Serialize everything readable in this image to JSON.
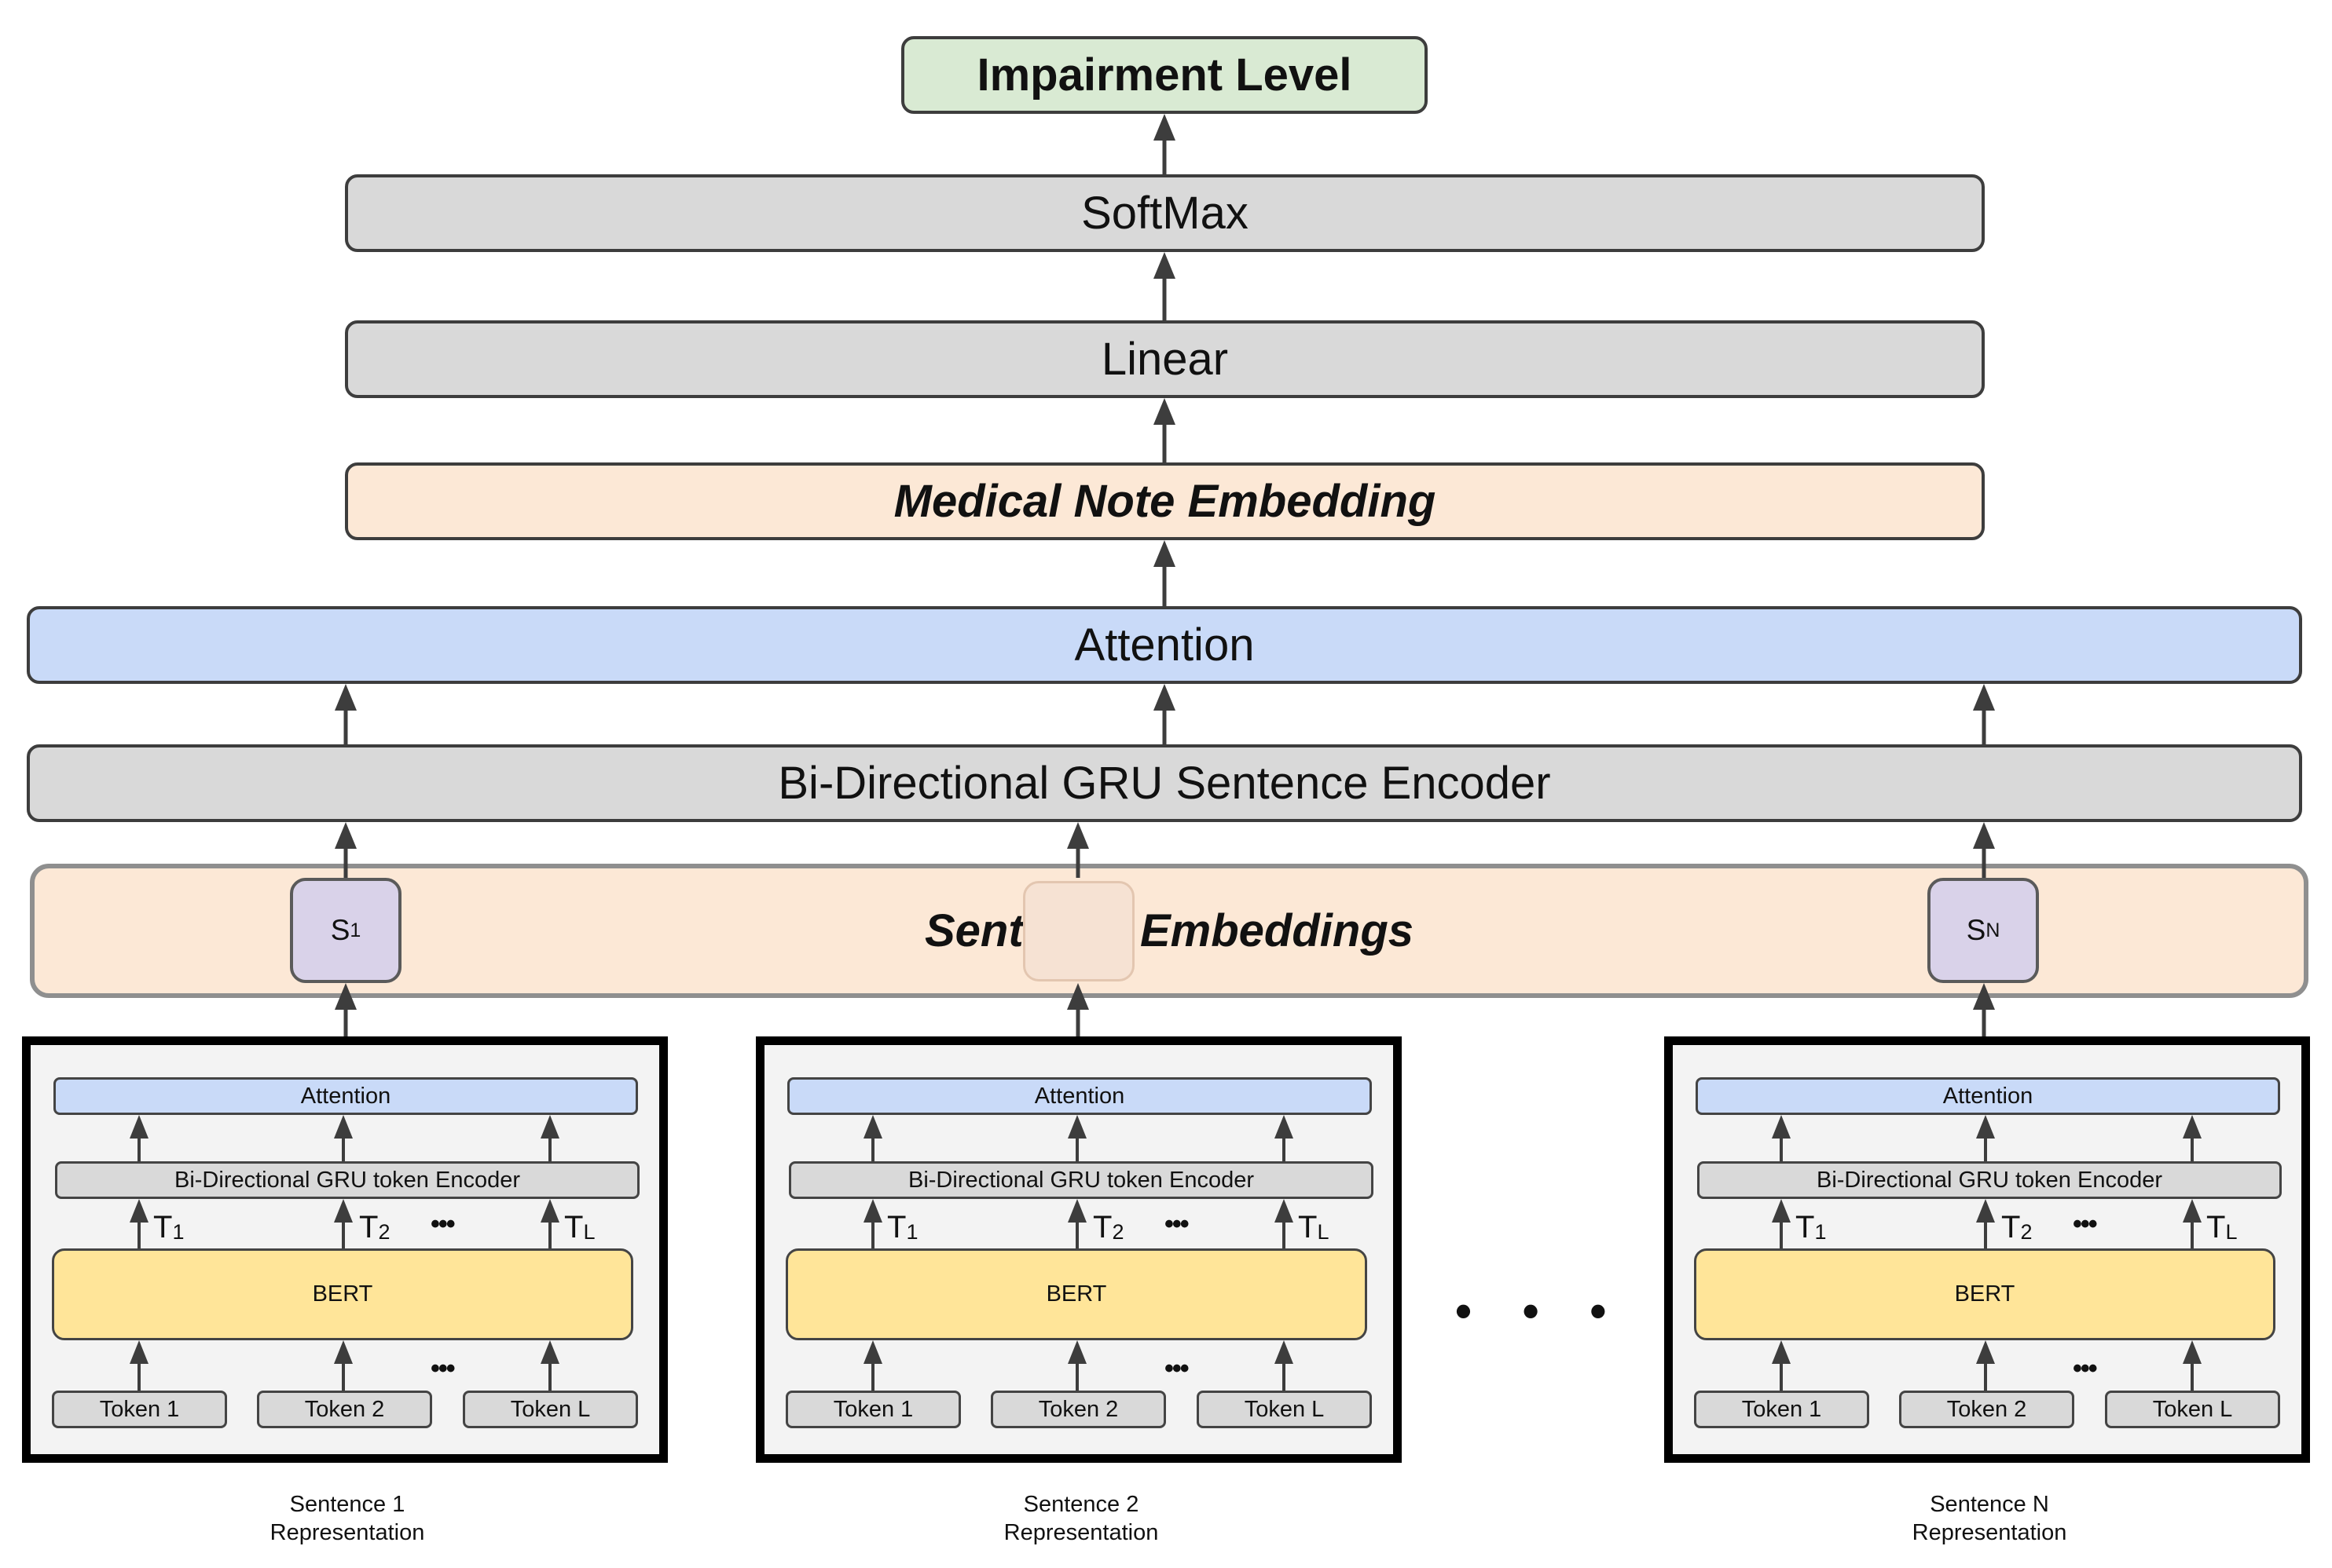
{
  "output": {
    "label": "Impairment Level"
  },
  "top_layers": {
    "softmax": "SoftMax",
    "linear": "Linear",
    "note_embedding": "Medical Note Embedding",
    "attention": "Attention",
    "sentence_encoder": "Bi-Directional GRU Sentence Encoder",
    "sentence_embeddings": "Sentence Embeddings",
    "s1": {
      "main": "S",
      "sub": "1"
    },
    "sn": {
      "main": "S",
      "sub": "N"
    }
  },
  "sentence_block": {
    "attention": "Attention",
    "token_encoder": "Bi-Directional GRU token Encoder",
    "bert": "BERT",
    "t1": {
      "main": "T",
      "sub": "1"
    },
    "t2": {
      "main": "T",
      "sub": "2"
    },
    "tl": {
      "main": "T",
      "sub": "L"
    },
    "token_1": "Token 1",
    "token_2": "Token 2",
    "token_l": "Token L",
    "dots": "•••"
  },
  "between_dots": "• • •",
  "captions": {
    "s1_line1": "Sentence 1",
    "s1_line2": "Representation",
    "s2_line1": "Sentence 2",
    "s2_line2": "Representation",
    "sn_line1": "Sentence N",
    "sn_line2": "Representation"
  }
}
